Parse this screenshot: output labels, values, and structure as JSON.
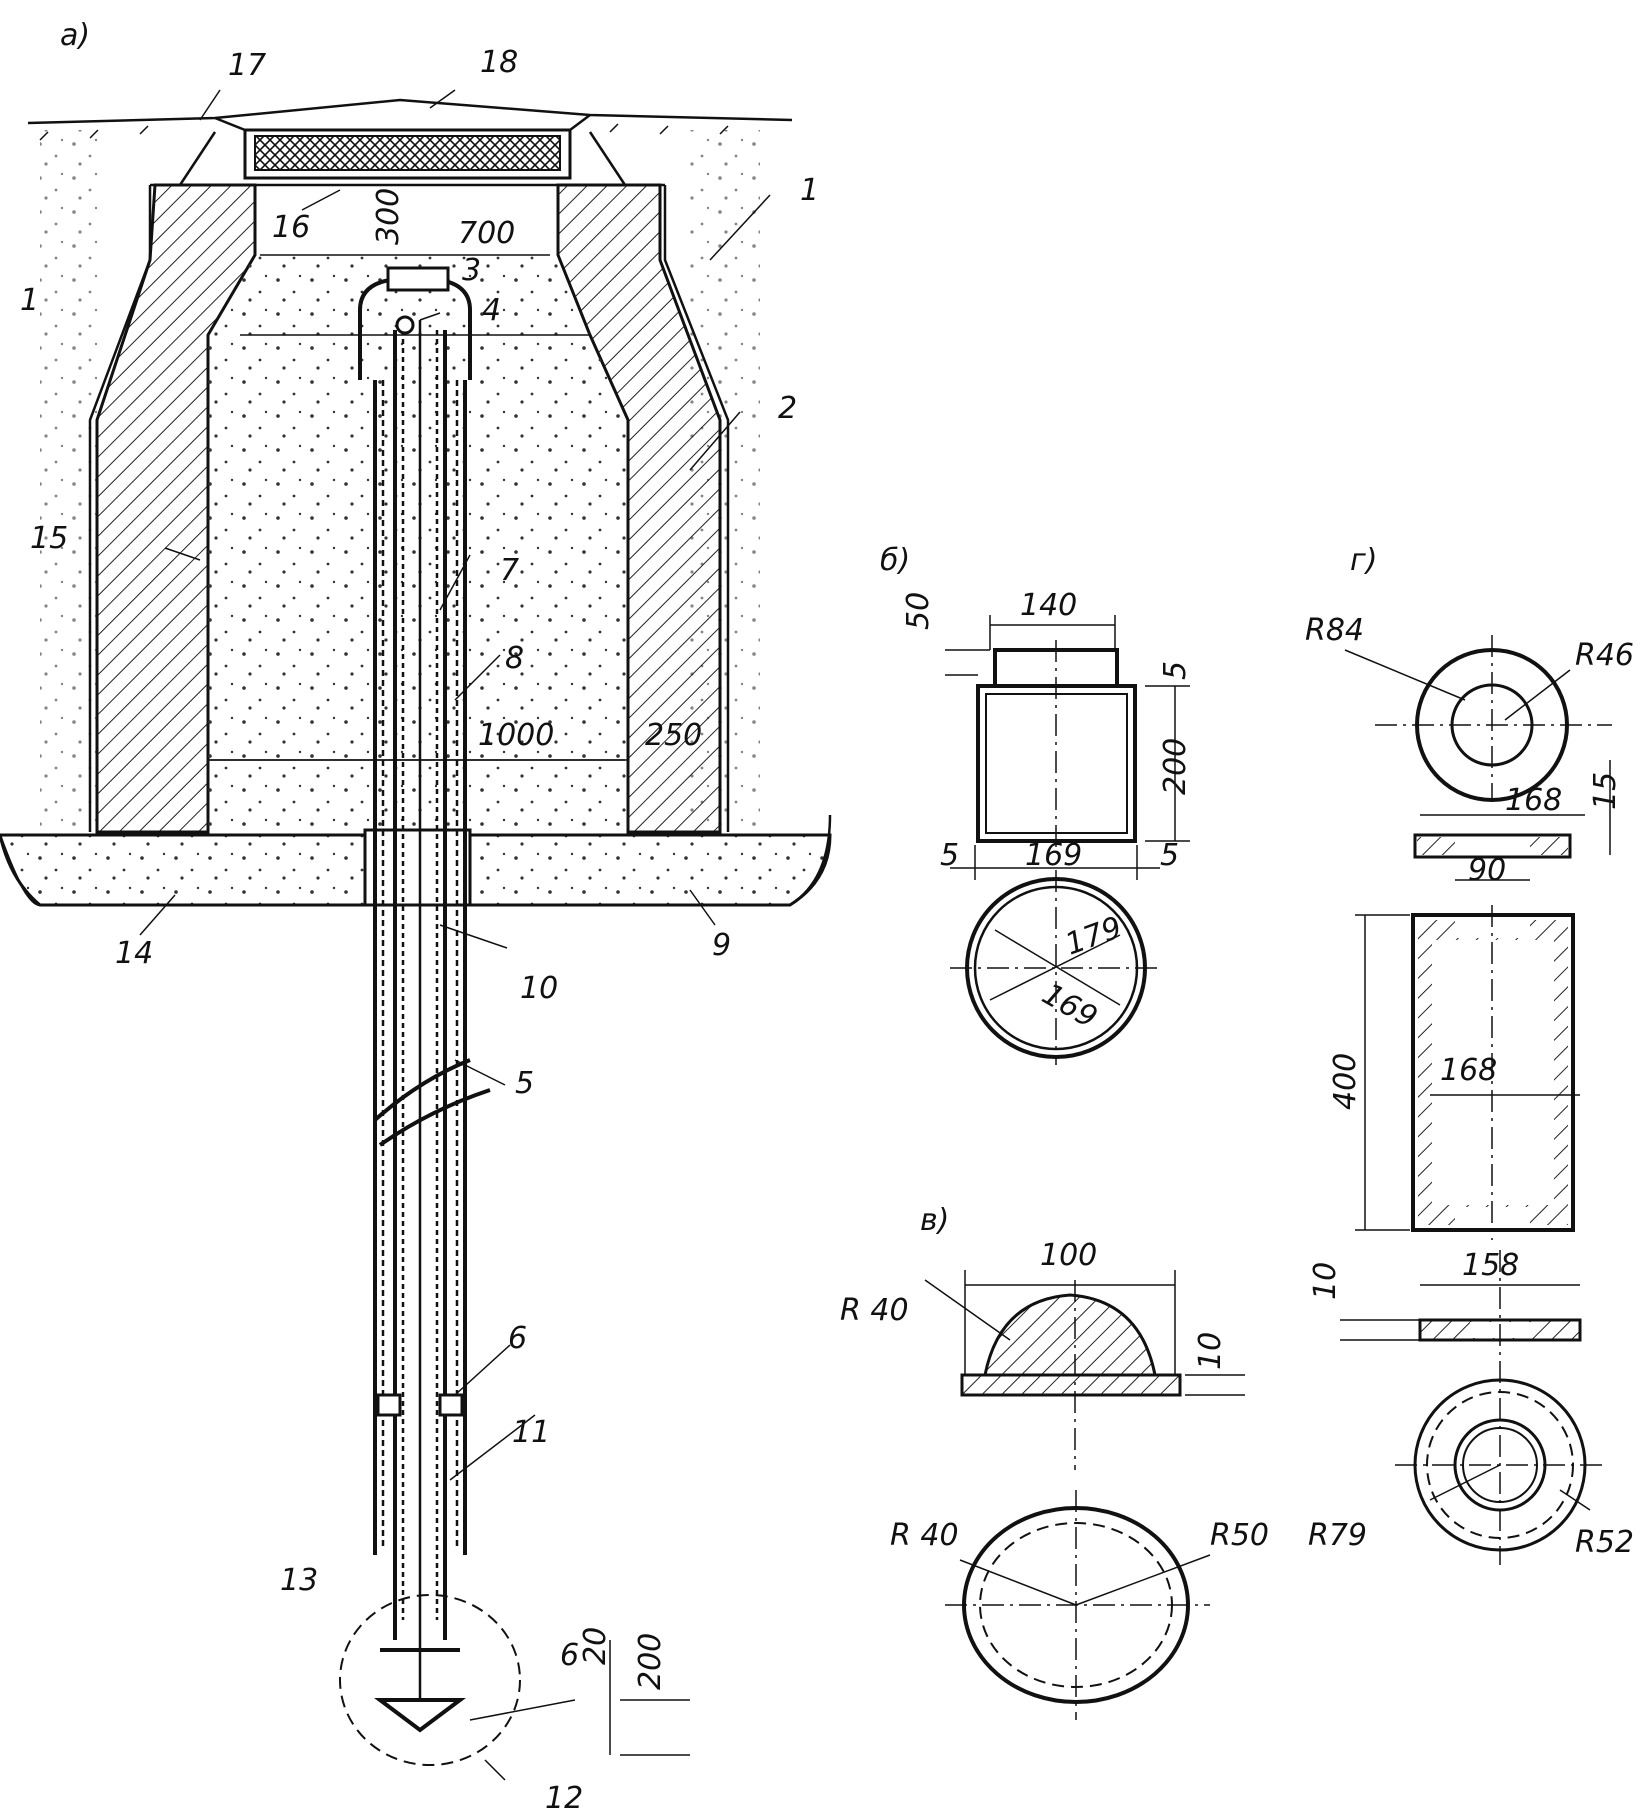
{
  "views": {
    "a": {
      "label": "а)"
    },
    "b": {
      "label": "б)"
    },
    "v": {
      "label": "в)"
    },
    "g": {
      "label": "г)"
    }
  },
  "callouts": [
    "1",
    "1",
    "2",
    "3",
    "4",
    "5",
    "6",
    "6",
    "7",
    "8",
    "9",
    "10",
    "11",
    "12",
    "13",
    "14",
    "15",
    "16",
    "17",
    "18"
  ],
  "dimensions_a": [
    "300",
    "700",
    "1000",
    "250",
    "20",
    "200"
  ],
  "dimensions_b": [
    "140",
    "50",
    "5",
    "200",
    "5",
    "169",
    "5",
    "179",
    "169"
  ],
  "dimensions_v": [
    "100",
    "R 40",
    "10",
    "R 40",
    "R50"
  ],
  "dimensions_g": [
    "R84",
    "R46",
    "168",
    "15",
    "90",
    "400",
    "168",
    "158",
    "10",
    "R79",
    "R52"
  ]
}
